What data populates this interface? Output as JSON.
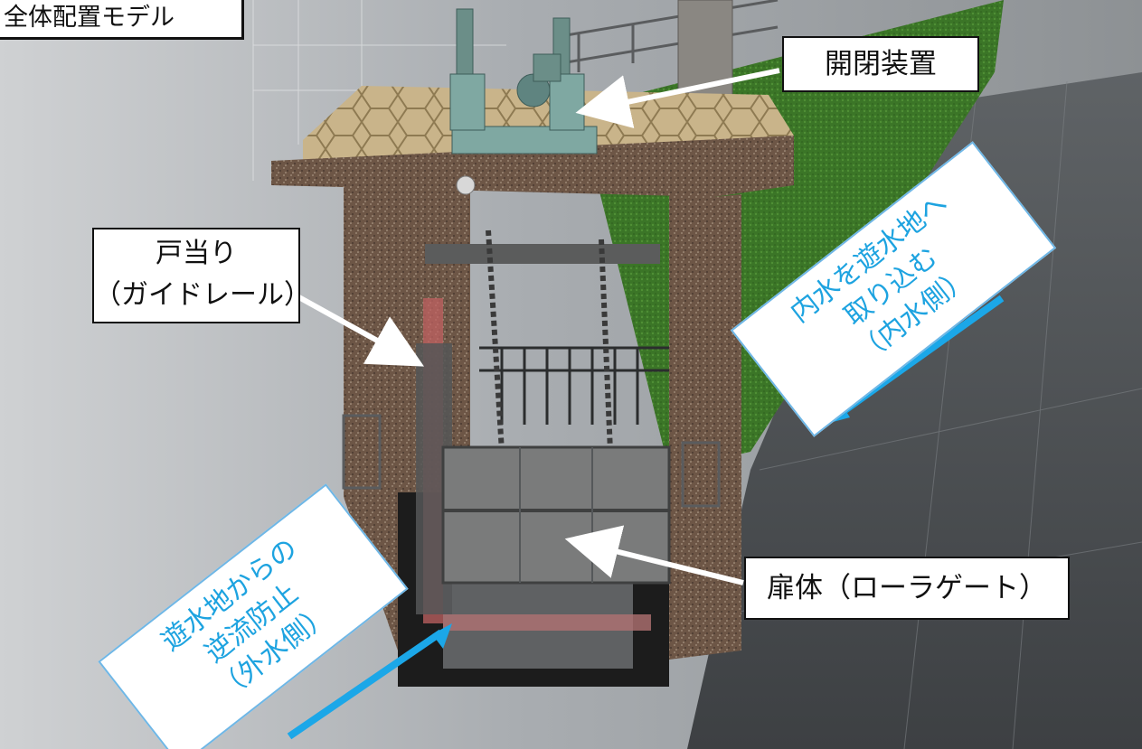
{
  "title": "全体配置モデル",
  "labels": {
    "opener": "開閉装置",
    "guide_rail": [
      "戸当り",
      "（ガイドレール）"
    ],
    "door_body": "扉体（ローラゲート）"
  },
  "callouts": {
    "inner_water": [
      "内水を遊水地へ",
      "取り込む",
      "（内水側）"
    ],
    "outer_water": [
      "遊水地からの",
      "逆流防止",
      "（外水側）"
    ]
  },
  "colors": {
    "callout_text": "#1da3e0",
    "callout_arrow": "#1ba7e8",
    "label_arrow": "#ffffff",
    "grass": "#3f7a2a",
    "concrete": "#6d5a4a",
    "steel": "#7e8080"
  }
}
